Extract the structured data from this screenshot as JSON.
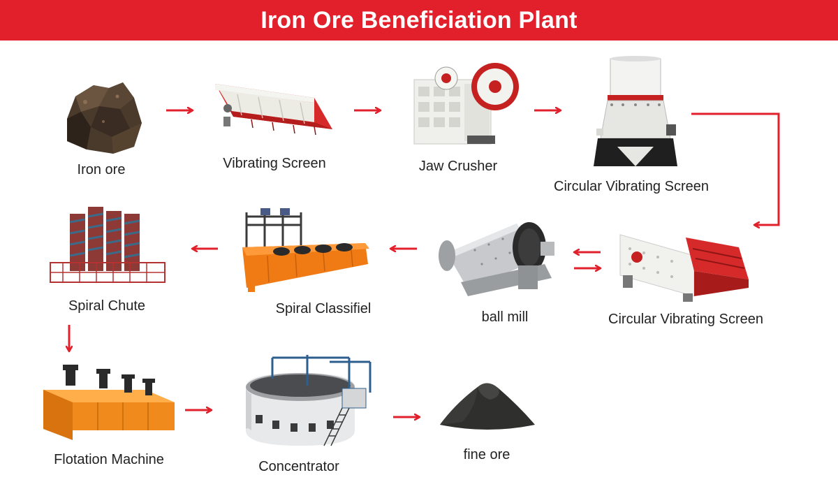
{
  "title": "Iron Ore Beneficiation Plant",
  "colors": {
    "header_bg": "#e2202c",
    "arrow": "#e2202c",
    "title_text": "#ffffff",
    "label_text": "#222222"
  },
  "steps": [
    {
      "id": "iron-ore",
      "label": "Iron ore",
      "icon": "rock-icon"
    },
    {
      "id": "vibrating-screen",
      "label": "Vibrating Screen",
      "icon": "vibrating-feeder-icon"
    },
    {
      "id": "jaw-crusher",
      "label": "Jaw Crusher",
      "icon": "jaw-crusher-icon"
    },
    {
      "id": "cone-crusher",
      "label": "Circular Vibrating Screen",
      "icon": "cone-crusher-icon"
    },
    {
      "id": "circular-vibrating-screen",
      "label": "Circular Vibrating Screen",
      "icon": "circular-vibrating-screen-icon"
    },
    {
      "id": "ball-mill",
      "label": "ball mill",
      "icon": "ball-mill-icon"
    },
    {
      "id": "spiral-classifier",
      "label": "Spiral Classifiel",
      "icon": "spiral-classifier-icon"
    },
    {
      "id": "spiral-chute",
      "label": "Spiral Chute",
      "icon": "spiral-chute-icon"
    },
    {
      "id": "flotation-machine",
      "label": "Flotation Machine",
      "icon": "flotation-machine-icon"
    },
    {
      "id": "concentrator",
      "label": "Concentrator",
      "icon": "thickener-icon"
    },
    {
      "id": "fine-ore",
      "label": "fine ore",
      "icon": "ore-pile-icon"
    }
  ]
}
